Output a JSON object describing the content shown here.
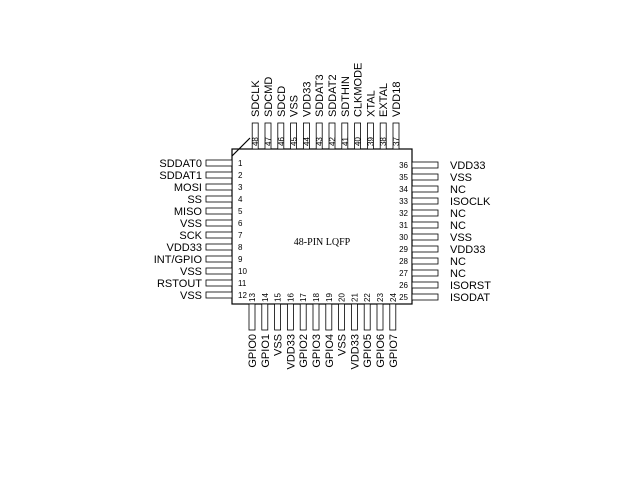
{
  "package": {
    "label": "48-PIN LQFP"
  },
  "pins": {
    "left": [
      {
        "num": "1",
        "name": "SDDAT0"
      },
      {
        "num": "2",
        "name": "SDDAT1"
      },
      {
        "num": "3",
        "name": "MOSI"
      },
      {
        "num": "4",
        "name": "SS"
      },
      {
        "num": "5",
        "name": "MISO"
      },
      {
        "num": "6",
        "name": "VSS"
      },
      {
        "num": "7",
        "name": "SCK"
      },
      {
        "num": "8",
        "name": "VDD33"
      },
      {
        "num": "9",
        "name": "INT/GPIO"
      },
      {
        "num": "10",
        "name": "VSS"
      },
      {
        "num": "11",
        "name": "RSTOUT"
      },
      {
        "num": "12",
        "name": "VSS"
      }
    ],
    "bottom": [
      {
        "num": "13",
        "name": "GPIO0"
      },
      {
        "num": "14",
        "name": "GPIO1"
      },
      {
        "num": "15",
        "name": "VSS"
      },
      {
        "num": "16",
        "name": "VDD33"
      },
      {
        "num": "17",
        "name": "GPIO2"
      },
      {
        "num": "18",
        "name": "GPIO3"
      },
      {
        "num": "19",
        "name": "GPIO4"
      },
      {
        "num": "20",
        "name": "VSS"
      },
      {
        "num": "21",
        "name": "VDD33"
      },
      {
        "num": "22",
        "name": "GPIO5"
      },
      {
        "num": "23",
        "name": "GPIO6"
      },
      {
        "num": "24",
        "name": "GPIO7"
      }
    ],
    "right": [
      {
        "num": "25",
        "name": "ISODAT"
      },
      {
        "num": "26",
        "name": "ISORST"
      },
      {
        "num": "27",
        "name": "NC"
      },
      {
        "num": "28",
        "name": "NC"
      },
      {
        "num": "29",
        "name": "VDD33"
      },
      {
        "num": "30",
        "name": "VSS"
      },
      {
        "num": "31",
        "name": "NC"
      },
      {
        "num": "32",
        "name": "NC"
      },
      {
        "num": "33",
        "name": "ISOCLK"
      },
      {
        "num": "34",
        "name": "NC"
      },
      {
        "num": "35",
        "name": "VSS"
      },
      {
        "num": "36",
        "name": "VDD33"
      }
    ],
    "top": [
      {
        "num": "37",
        "name": "VDD18"
      },
      {
        "num": "38",
        "name": "EXTAL"
      },
      {
        "num": "39",
        "name": "XTAL"
      },
      {
        "num": "40",
        "name": "CLKMODE"
      },
      {
        "num": "41",
        "name": "SDTHIN"
      },
      {
        "num": "42",
        "name": "SDDAT2"
      },
      {
        "num": "43",
        "name": "SDDAT3"
      },
      {
        "num": "44",
        "name": "VDD33"
      },
      {
        "num": "45",
        "name": "VSS"
      },
      {
        "num": "46",
        "name": "SDCD"
      },
      {
        "num": "47",
        "name": "SDCMD"
      },
      {
        "num": "48",
        "name": "SDCLK"
      }
    ]
  }
}
